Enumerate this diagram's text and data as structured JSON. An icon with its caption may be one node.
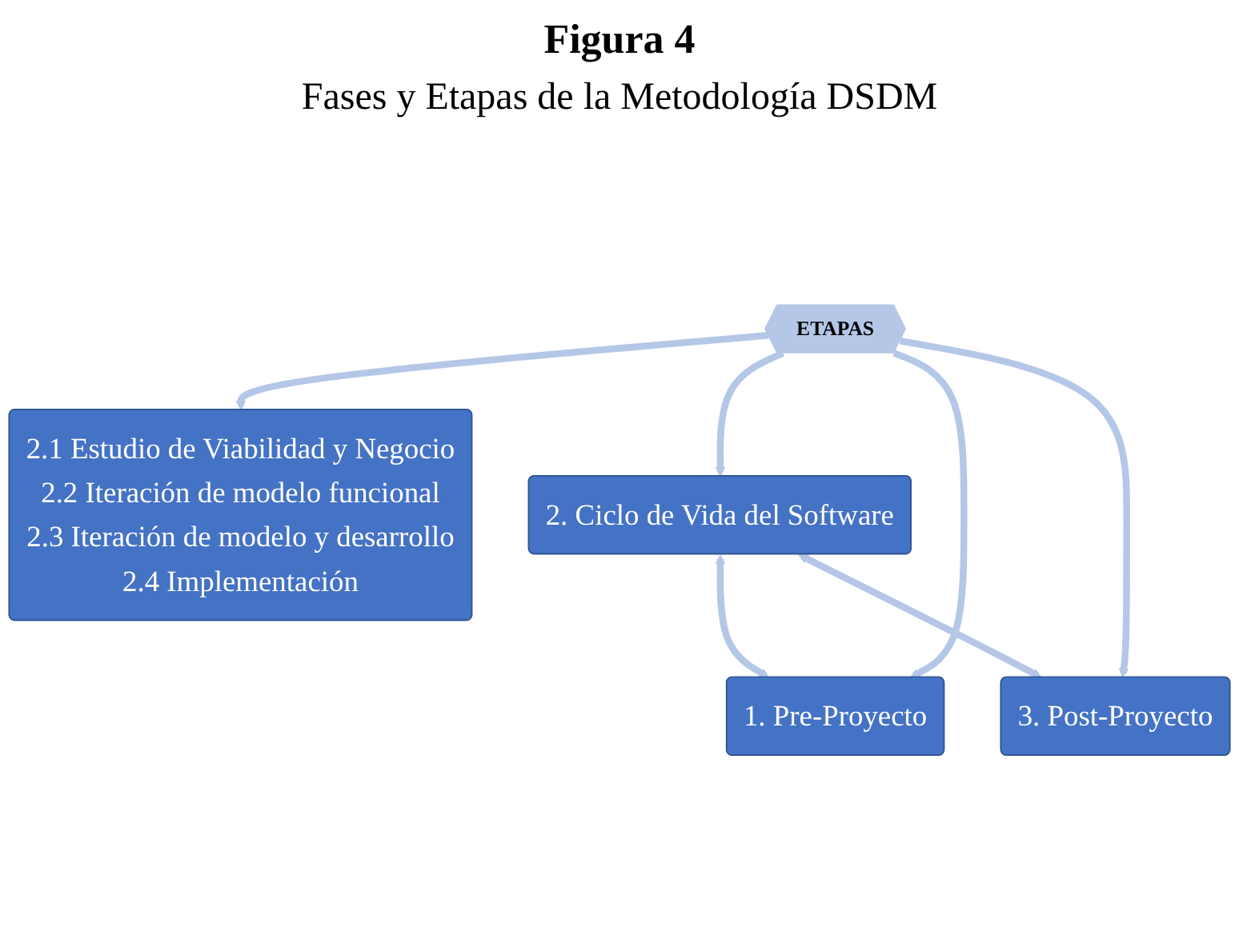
{
  "diagram": {
    "title": "Figura 4",
    "caption": "Fases y Etapas de la Metodología DSDM",
    "nodes": [
      {
        "text": [
          "2. Ciclo de Vida del Software"
        ]
      },
      {
        "text": [
          "1. Pre-Proyecto"
        ]
      },
      {
        "text": [
          "ETAPAS"
        ]
      },
      {
        "text": [
          "3. Post-Proyecto"
        ]
      },
      {
        "text": [
          "2.1 Estudio de Viabilidad y Negocio",
          "2.2 Iteración de modelo funcional",
          "2.3 Iteración de modelo y desarrollo",
          "2.4 Implementación"
        ]
      }
    ],
    "edges": [
      {
        "from": 0,
        "to": 1,
        "arrow": "both"
      },
      {
        "from": 0,
        "to": 3,
        "arrow": "both"
      },
      {
        "from": 2,
        "to": 0,
        "arrow": "to"
      },
      {
        "from": 2,
        "to": 1,
        "arrow": "to"
      },
      {
        "from": 2,
        "to": 3,
        "arrow": "to"
      },
      {
        "from": 2,
        "to": 4,
        "arrow": "to"
      }
    ]
  }
}
